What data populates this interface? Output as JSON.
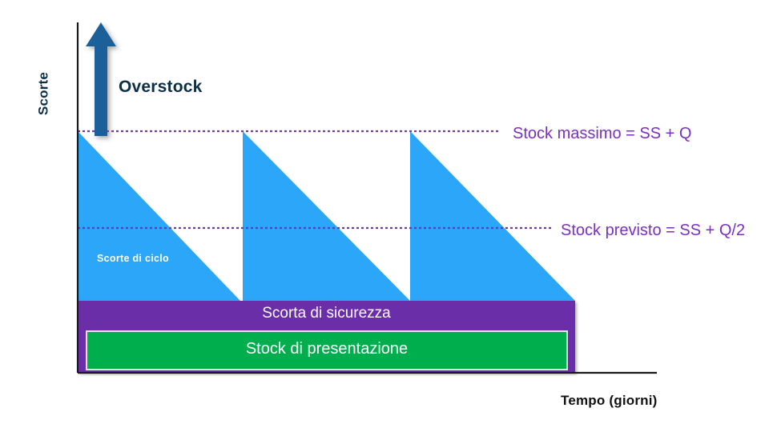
{
  "chart_data": {
    "type": "area",
    "title": "",
    "xlabel": "Tempo (giorni)",
    "ylabel": "Scorte",
    "grid": false,
    "legend_position": "right-inline",
    "series": [
      {
        "name": "Scorte di ciclo",
        "color": "#2ba6f8",
        "pattern": "sawtooth",
        "cycles": 3,
        "peak_level": "SS + Q",
        "trough_level": "SS"
      },
      {
        "name": "Scorta di sicurezza",
        "color": "#6b2fa8",
        "level": "SS"
      },
      {
        "name": "Stock di presentazione",
        "color": "#00ae4d"
      }
    ],
    "reference_lines": [
      {
        "label": "Stock massimo = SS + Q",
        "value": "SS + Q",
        "style": "dotted",
        "color": "#7b2fbf"
      },
      {
        "label": "Stock previsto = SS + Q/2",
        "value": "SS + Q/2",
        "style": "dotted",
        "color": "#7b2fbf"
      }
    ],
    "annotations": [
      {
        "label": "Overstock",
        "direction": "up",
        "color": "#1f6199"
      }
    ]
  },
  "axes": {
    "y_title": "Scorte",
    "x_title": "Tempo (giorni)"
  },
  "annotations": {
    "overstock": "Overstock"
  },
  "reference_labels": {
    "stock_massimo": "Stock massimo = SS + Q",
    "stock_previsto": "Stock previsto = SS + Q/2"
  },
  "bands": {
    "cycle_stock": "Scorte di ciclo",
    "safety_stock": "Scorta di sicurezza",
    "presentation_stock": "Stock di presentazione"
  },
  "colors": {
    "cycle_blue": "#2ba6f8",
    "safety_purple": "#6b2fa8",
    "presentation_green": "#00ae4d",
    "arrow_blue": "#1f6199",
    "reference_purple": "#7b2fbf",
    "text_navy": "#0d2f45",
    "axis_black": "#1a1a1a"
  }
}
